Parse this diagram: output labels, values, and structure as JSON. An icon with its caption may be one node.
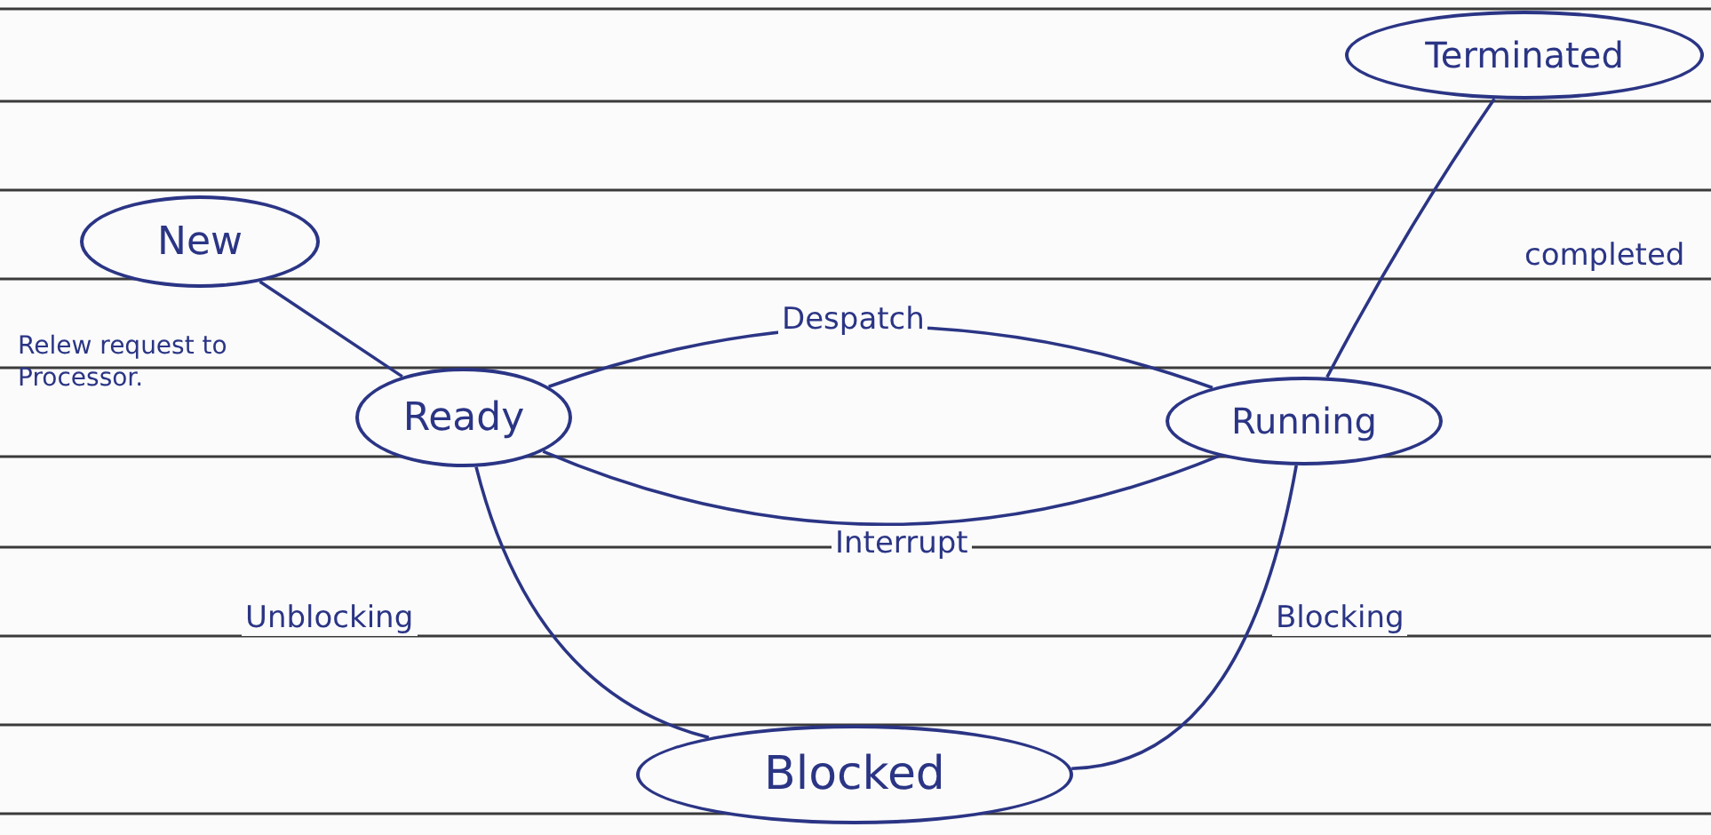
{
  "diagram": {
    "nodes": [
      {
        "text": [
          "New"
        ]
      },
      {
        "text": [
          "Ready"
        ]
      },
      {
        "text": [
          "Running"
        ]
      },
      {
        "text": [
          "Terminated"
        ]
      },
      {
        "text": [
          "Blocked"
        ]
      }
    ],
    "edges": [
      {
        "from": 0,
        "to": 1,
        "arrow": "none"
      },
      {
        "from": 1,
        "to": 2,
        "arrow": "none",
        "label": "Despatch"
      },
      {
        "from": 2,
        "to": 1,
        "arrow": "none",
        "label": "Interrupt"
      },
      {
        "from": 2,
        "to": 3,
        "arrow": "none",
        "label": "completed"
      },
      {
        "from": 2,
        "to": 4,
        "arrow": "none",
        "label": "Blocking"
      },
      {
        "from": 4,
        "to": 1,
        "arrow": "none",
        "label": "Unblocking"
      }
    ],
    "labels": [
      "Relew request to Processor."
    ]
  }
}
